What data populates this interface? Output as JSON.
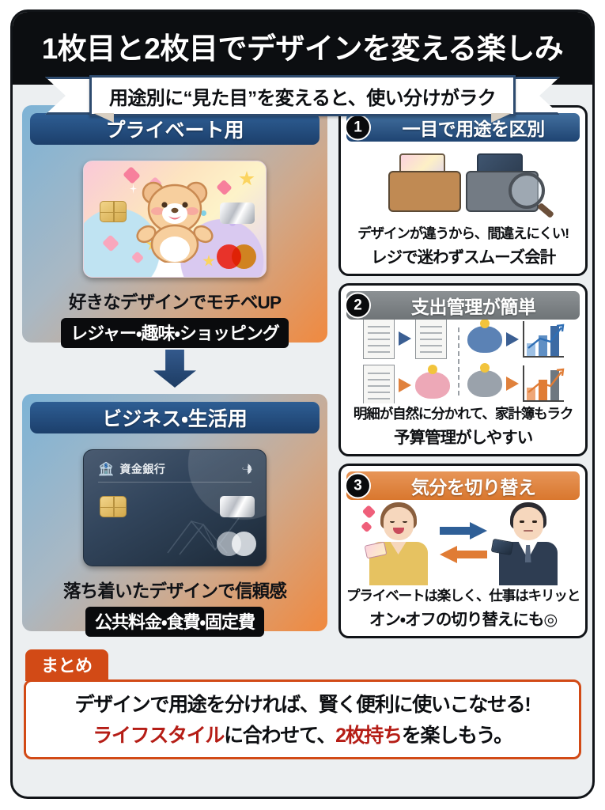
{
  "header": {
    "title": "1枚目と2枚目でデザインを変える楽しみ",
    "ribbon": "用途別に“見た目”を変えると、使い分けがラク"
  },
  "left_column": {
    "panels": [
      {
        "heading": "プライベート用",
        "caption": "好きなデザインでモチベUP",
        "tag": "レジャー・趣味・ショッピング",
        "card": {
          "style": "cute-bear-pastel",
          "bank_label": "",
          "brand": "mastercard-logo"
        }
      },
      {
        "heading": "ビジネス・生活用",
        "caption": "落ち着いたデザインで信頼感",
        "tag": "公共料金・食費・固定費",
        "card": {
          "style": "navy-metal",
          "bank_label": "資金銀行",
          "brand": "mastercard-logo-mono"
        }
      }
    ],
    "flow_arrow": "arrow-down-icon"
  },
  "right_column": {
    "panels": [
      {
        "number": "❶",
        "heading": "一目で用途を区別",
        "art": "wallets-with-magnifier",
        "caption_line1": "デザインが違うから、間違えにくい!",
        "caption_line2": "レジで迷わずスムーズ会計"
      },
      {
        "number": "❷",
        "heading": "支出管理が簡単",
        "art": "receipts-piggybanks-charts",
        "caption_line1": "明細が自然に分かれて、家計簿もラク",
        "caption_line2": "予算管理がしやすい"
      },
      {
        "number": "❸",
        "heading": "気分を切り替え",
        "art": "woman-and-businessman-swap",
        "caption_line1": "プライベートは楽しく、仕事はキリッと",
        "caption_line2": "オン・オフの切り替えにも◎"
      }
    ]
  },
  "summary": {
    "tab_label": "まとめ",
    "line1": "デザインで用途を分ければ、賢く便利に使いこなせる!",
    "line2_parts": [
      {
        "text": "ライフスタイル",
        "highlight": true
      },
      {
        "text": "に合わせて、",
        "highlight": false
      },
      {
        "text": "2枚持ち",
        "highlight": true
      },
      {
        "text": "を楽しもう。",
        "highlight": false
      }
    ]
  },
  "colors": {
    "header_bg": "#0c0e11",
    "navy": "#1f4472",
    "gray": "#6f7477",
    "orange": "#d9772e",
    "summary_accent": "#d24a16",
    "highlight_red": "#b51d16",
    "card_bg": "#eceff1"
  }
}
